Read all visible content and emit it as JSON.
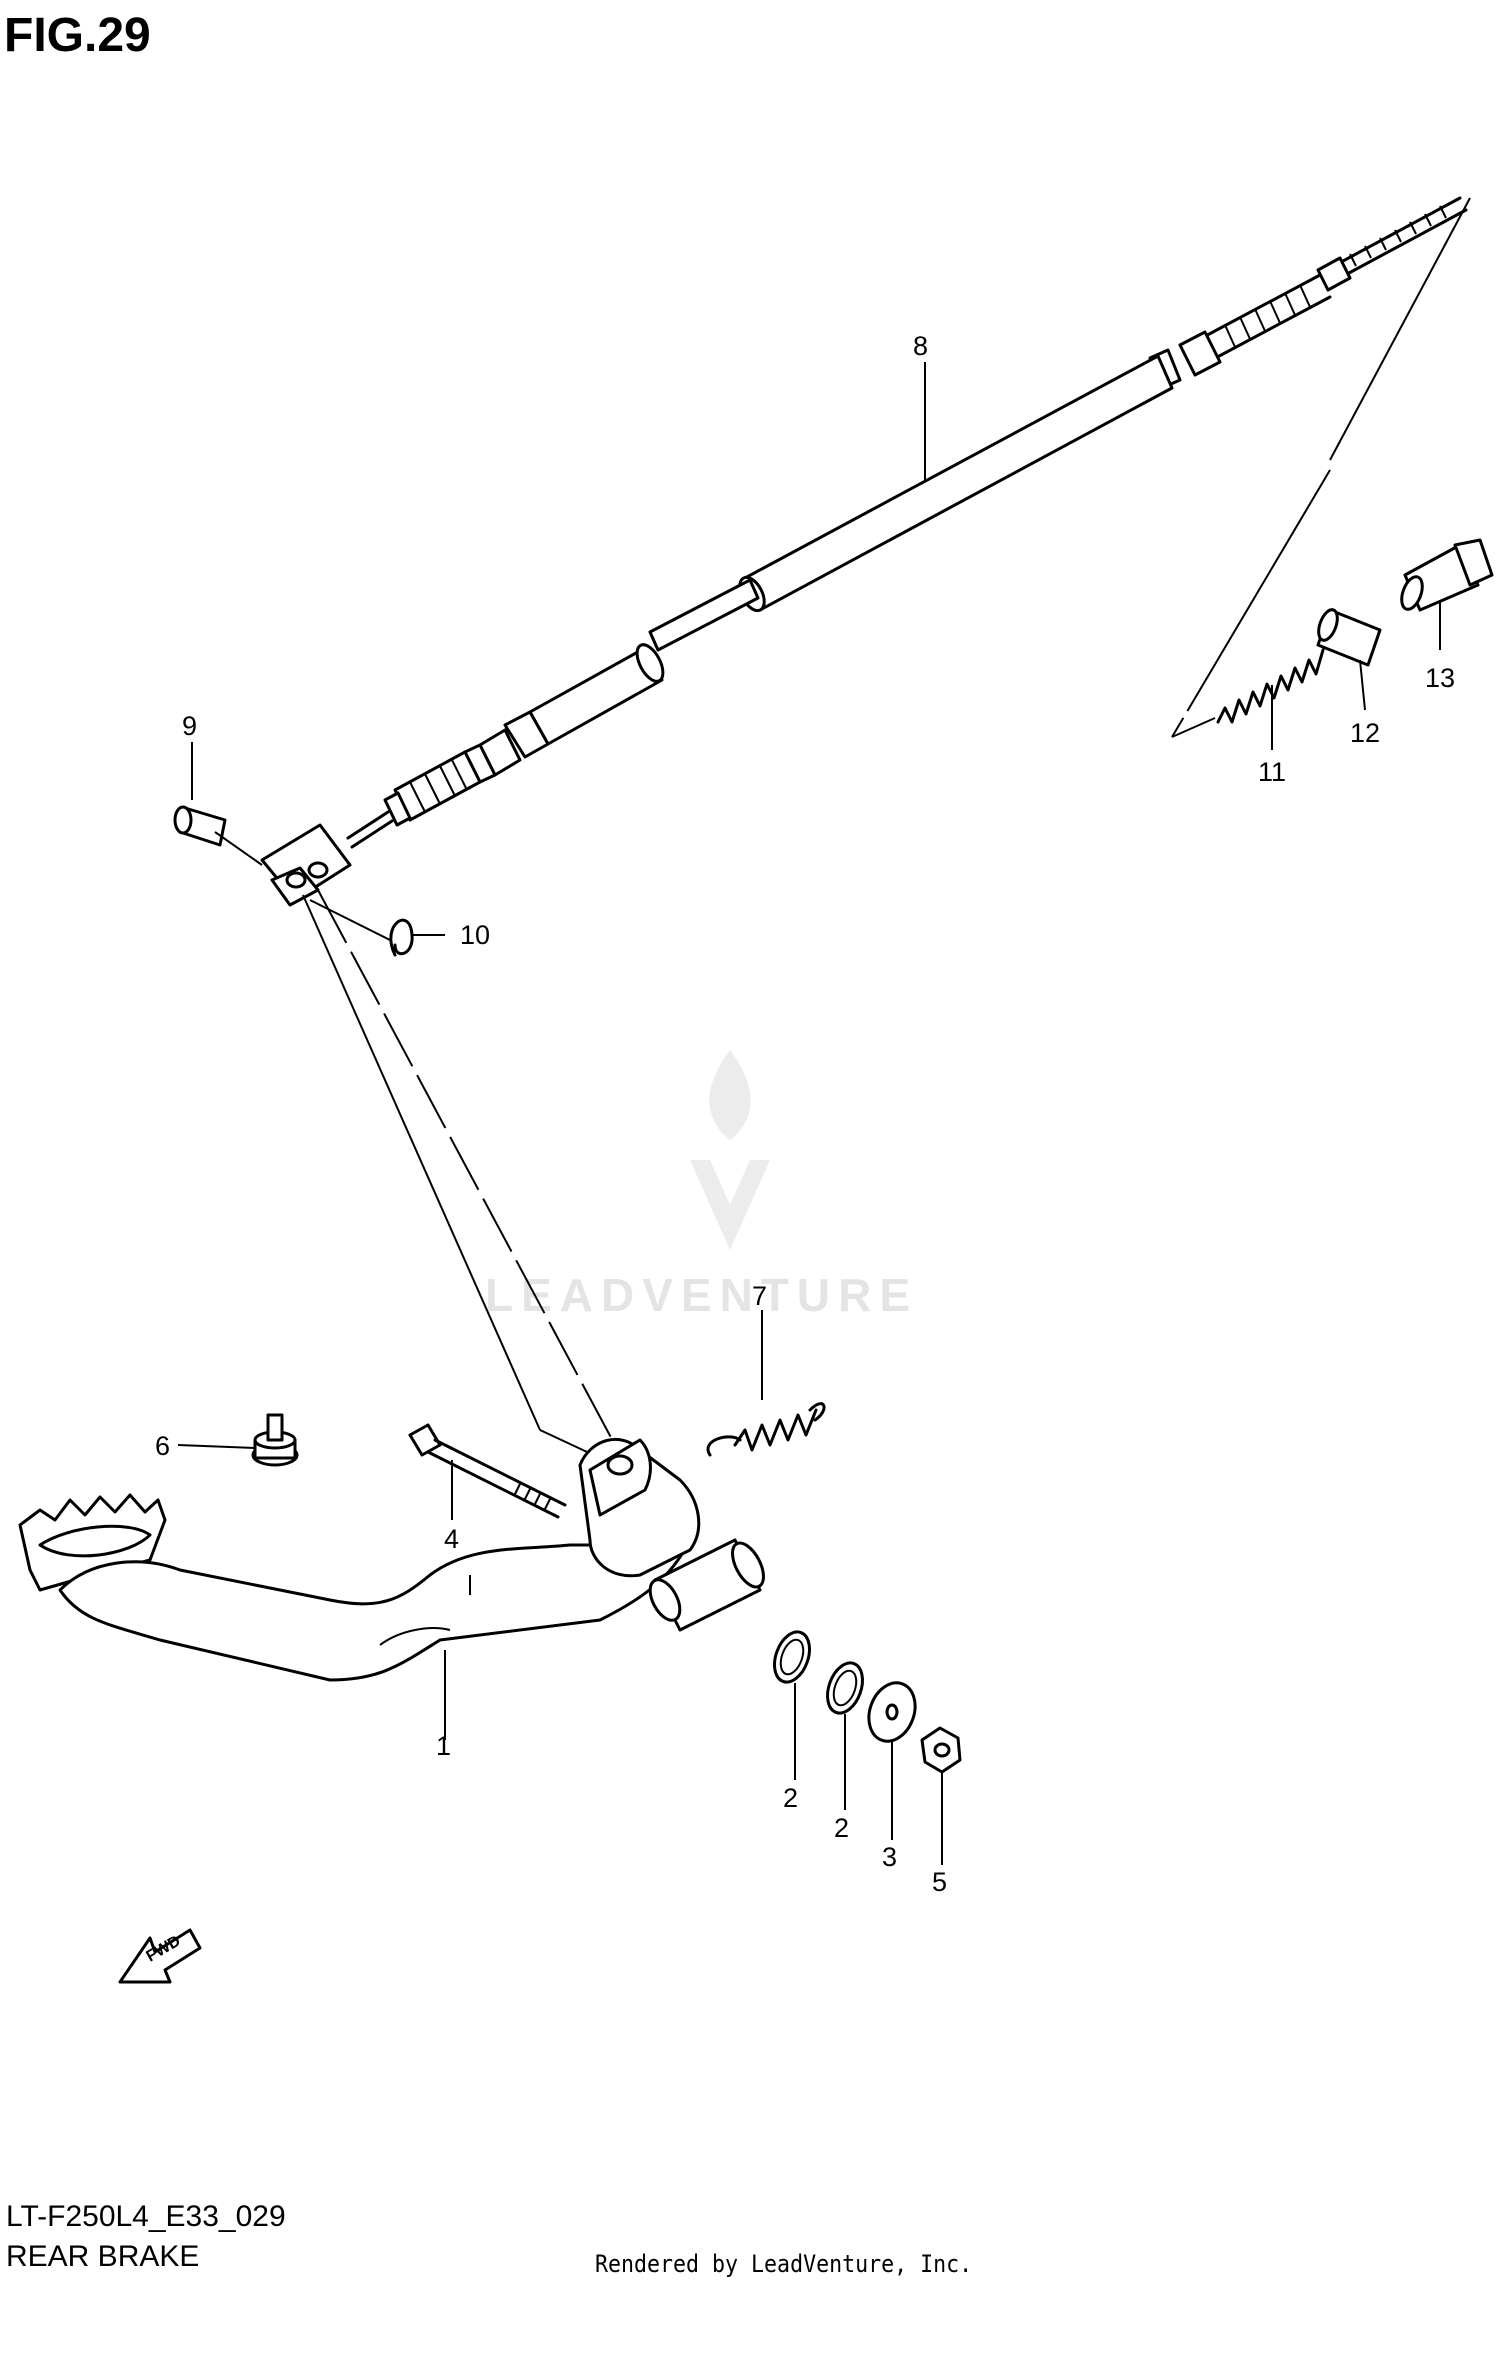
{
  "figure": {
    "title": "FIG.29",
    "code": "LT-F250L4_E33_029",
    "name": "REAR BRAKE",
    "rendered_by": "Rendered by LeadVenture, Inc.",
    "watermark": "LEADVENTURE",
    "fwd_label": "FWD"
  },
  "callouts": [
    {
      "id": "1",
      "label": "1",
      "part": "brake-pedal"
    },
    {
      "id": "2a",
      "label": "2",
      "part": "washer"
    },
    {
      "id": "2b",
      "label": "2",
      "part": "washer"
    },
    {
      "id": "3",
      "label": "3",
      "part": "flat-washer"
    },
    {
      "id": "4",
      "label": "4",
      "part": "bolt"
    },
    {
      "id": "5",
      "label": "5",
      "part": "nut"
    },
    {
      "id": "6",
      "label": "6",
      "part": "stopper-bolt"
    },
    {
      "id": "7",
      "label": "7",
      "part": "return-spring"
    },
    {
      "id": "8",
      "label": "8",
      "part": "brake-cable"
    },
    {
      "id": "9",
      "label": "9",
      "part": "clevis-pin"
    },
    {
      "id": "10",
      "label": "10",
      "part": "clip"
    },
    {
      "id": "11",
      "label": "11",
      "part": "spring"
    },
    {
      "id": "12",
      "label": "12",
      "part": "joint"
    },
    {
      "id": "13",
      "label": "13",
      "part": "adjuster-nut"
    }
  ]
}
